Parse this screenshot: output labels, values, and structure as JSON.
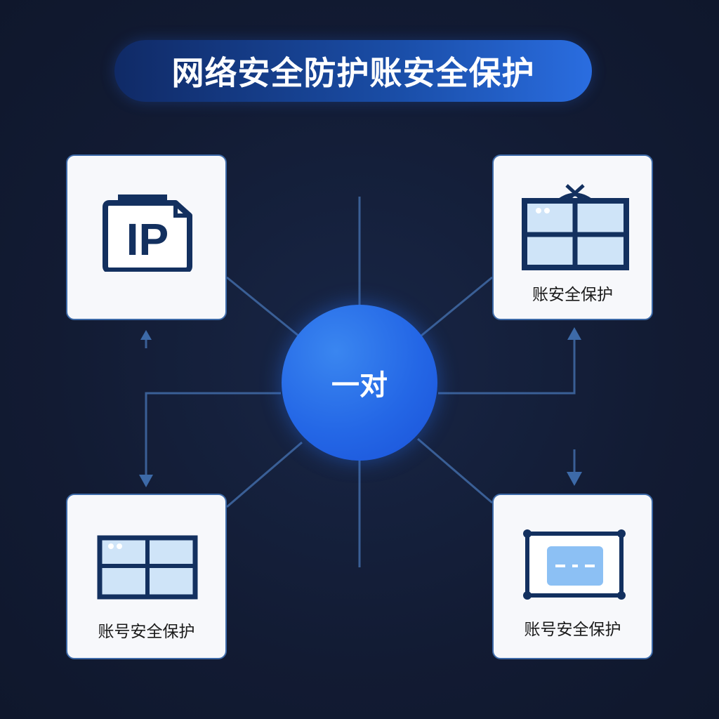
{
  "title": "网络安全防护账安全保护",
  "hub": {
    "label": "一对"
  },
  "cards": [
    {
      "icon": "ip-document-icon",
      "icon_text": "IP",
      "label": ""
    },
    {
      "icon": "gift-window-icon",
      "label": "账安全保护"
    },
    {
      "icon": "window-grid-icon",
      "label": "账号安全保护"
    },
    {
      "icon": "screen-frame-icon",
      "label": "账号安全保护"
    }
  ],
  "colors": {
    "background": "#131d36",
    "accent": "#2467e6",
    "line": "#3d6aa8",
    "icon": "#13305f",
    "icon_fill": "#cfe4f8"
  }
}
